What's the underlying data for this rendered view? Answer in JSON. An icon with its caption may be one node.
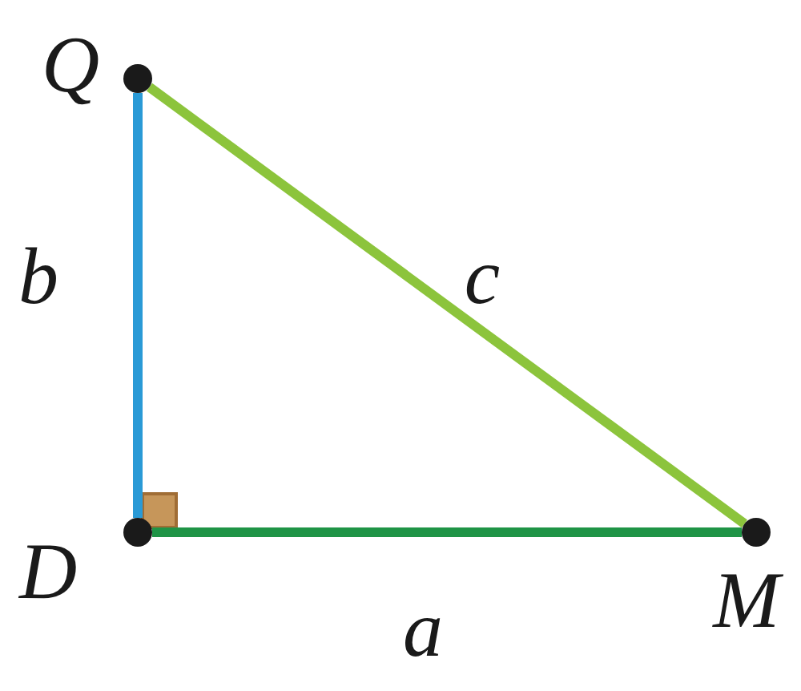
{
  "diagram": {
    "nodes": [
      {
        "text": [],
        "shape": "circle",
        "beside": [
          "Q"
        ]
      },
      {
        "text": [],
        "shape": "circle",
        "beside": [
          "D"
        ]
      },
      {
        "text": [],
        "shape": "circle",
        "beside": [
          "M"
        ]
      }
    ],
    "edges": [
      {
        "from": 0,
        "to": 1,
        "arrow": "none",
        "label": "b",
        "color": "#2a9ad6"
      },
      {
        "from": 1,
        "to": 2,
        "arrow": "none",
        "label": "a",
        "color": "#1f9446"
      },
      {
        "from": 0,
        "to": 2,
        "arrow": "none",
        "label": "c",
        "color": "#8cc43c"
      }
    ]
  }
}
